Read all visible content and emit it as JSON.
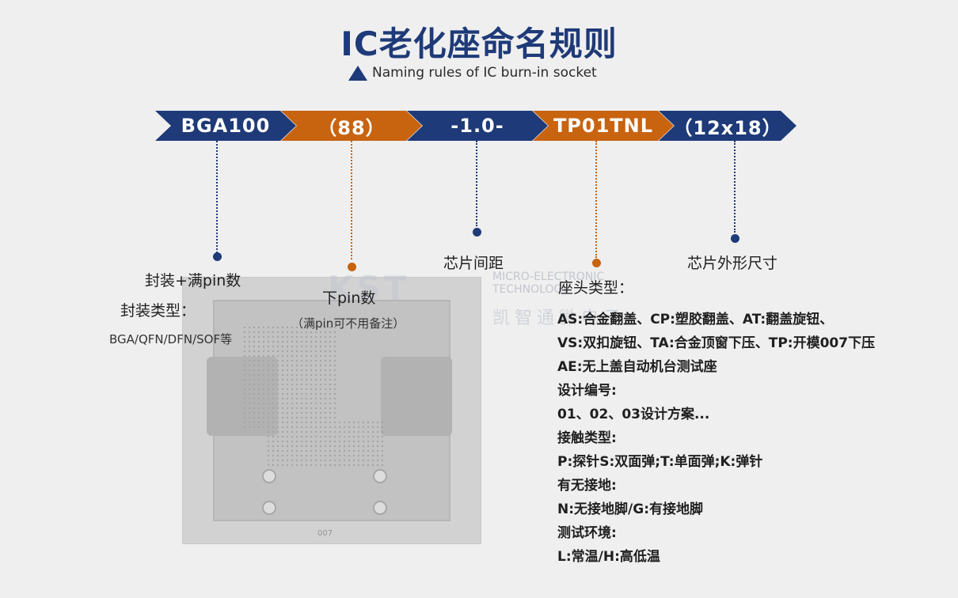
{
  "header": {
    "title": "IC老化座命名规则",
    "subtitle": "Naming rules of IC burn-in socket"
  },
  "segments": [
    {
      "text": "BGA100",
      "color": "#1e3a78"
    },
    {
      "text": "（88）",
      "color": "#c8630f"
    },
    {
      "text": "-1.0-",
      "color": "#1e3a78"
    },
    {
      "text": "TP01TNL",
      "color": "#c8630f"
    },
    {
      "text": "（12x18）",
      "color": "#1e3a78"
    }
  ],
  "labels": {
    "package_pins": "封装+满pin数",
    "package_type_title": "封装类型：",
    "package_type_examples": "BGA/QFN/DFN/SOF等",
    "lower_pin": "下pin数",
    "lower_pin_note": "（满pin可不用备注）",
    "chip_pitch": "芯片间距",
    "chip_size": "芯片外形尺寸",
    "socket_head_type": "座头类型："
  },
  "rules": [
    "AS:合金翻盖、CP:塑胶翻盖、AT:翻盖旋钮、",
    "VS:双扣旋钮、TA:合金顶窗下压、TP:开模007下压",
    "AE:无上盖自动机台测试座",
    "设计编号:",
    "01、02、03设计方案...",
    "接触类型:",
    "P:探针S:双面弹;T:单面弹;K:弹针",
    "有无接地:",
    "N:无接地脚/G:有接地脚",
    "测试环境:",
    "L:常温/H:高低温"
  ],
  "watermark": {
    "logo": "KST",
    "line1": "MICRO-ELECTRONIC",
    "line2": "TECHNOLOGY",
    "cn": "凯智通微电子"
  },
  "socket_mark": "007"
}
